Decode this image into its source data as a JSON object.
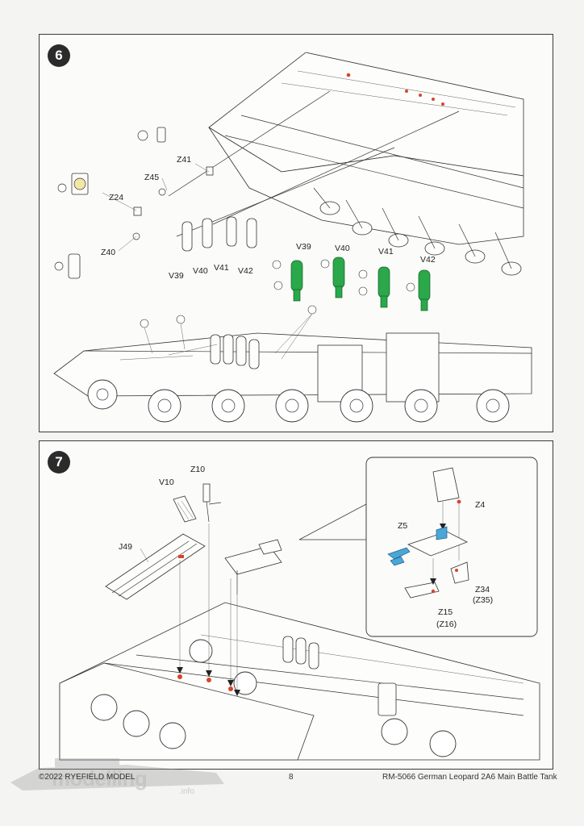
{
  "steps": [
    {
      "number": "6",
      "callouts": [
        "Z41",
        "Z45",
        "Z24",
        "Z40",
        "V39",
        "V40",
        "V41",
        "V42"
      ],
      "green_parts": [
        "V39",
        "V40",
        "V41",
        "V42"
      ]
    },
    {
      "number": "7",
      "callouts": [
        "V10",
        "Z10",
        "J49"
      ],
      "inset_callouts": [
        "Z4",
        "Z5",
        "Z34",
        "(Z35)",
        "Z15",
        "(Z16)"
      ]
    }
  ],
  "footer": {
    "copyright": "©2022 RYEFIELD MODEL",
    "page_number": "8",
    "product": "RM-5066 German Leopard 2A6 Main Battle Tank"
  },
  "watermark": {
    "text": "modelling",
    "sub": ".info"
  },
  "colors": {
    "highlight_green": "#2aa84a",
    "highlight_blue": "#4aa6d8",
    "glue_marker": "#d8452a"
  }
}
